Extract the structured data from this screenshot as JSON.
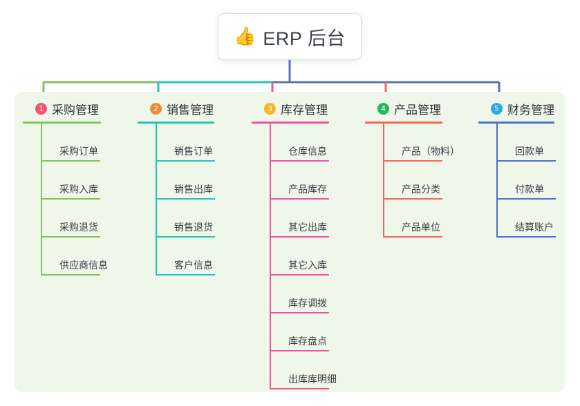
{
  "root": {
    "icon": "thumbs-up-icon",
    "emoji": "👍",
    "title": "ERP 后台"
  },
  "canvas": {
    "background_color": "#eef7e9"
  },
  "root_connector_color": "#5b6fc4",
  "branches": [
    {
      "number": "1",
      "label": "采购管理",
      "badge_color": "#f2546a",
      "line_color": "#82c35f",
      "items": [
        {
          "label": "采购订单"
        },
        {
          "label": "采购入库"
        },
        {
          "label": "采购退货"
        },
        {
          "label": "供应商信息"
        }
      ]
    },
    {
      "number": "2",
      "label": "销售管理",
      "badge_color": "#f08a33",
      "line_color": "#23c4b4",
      "items": [
        {
          "label": "销售订单"
        },
        {
          "label": "销售出库"
        },
        {
          "label": "销售退货"
        },
        {
          "label": "客户信息"
        }
      ]
    },
    {
      "number": "3",
      "label": "库存管理",
      "badge_color": "#f5b721",
      "line_color": "#ee53a0",
      "items": [
        {
          "label": "仓库信息"
        },
        {
          "label": "产品库存"
        },
        {
          "label": "其它出库"
        },
        {
          "label": "其它入库"
        },
        {
          "label": "库存调拨"
        },
        {
          "label": "库存盘点"
        },
        {
          "label": "出库库明细"
        }
      ]
    },
    {
      "number": "4",
      "label": "产品管理",
      "badge_color": "#23b857",
      "line_color": "#f4655c",
      "items": [
        {
          "label": "产品（物料）"
        },
        {
          "label": "产品分类"
        },
        {
          "label": "产品单位"
        }
      ]
    },
    {
      "number": "5",
      "label": "财务管理",
      "badge_color": "#28a9e6",
      "line_color": "#4f6fd0",
      "items": [
        {
          "label": "回款单"
        },
        {
          "label": "付款单"
        },
        {
          "label": "结算账户"
        }
      ]
    }
  ]
}
